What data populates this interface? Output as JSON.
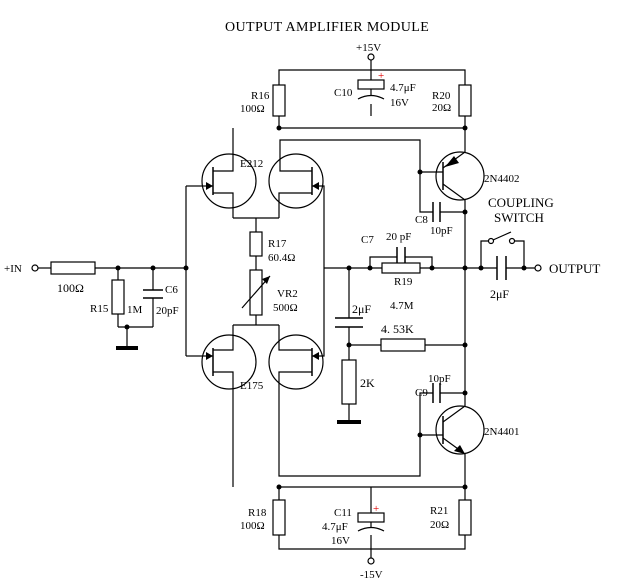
{
  "title": "OUTPUT AMPLIFIER  MODULE",
  "supply": {
    "pos": "+15V",
    "neg": "-15V"
  },
  "input": {
    "label": "+IN"
  },
  "output": {
    "label": "OUTPUT"
  },
  "switch": {
    "line1": "COUPLING",
    "line2": "SWITCH"
  },
  "components": {
    "r_in": {
      "value": "100Ω"
    },
    "r15": {
      "ref": "R15",
      "value": "1M"
    },
    "c6": {
      "ref": "C6",
      "value": "20pF"
    },
    "r16": {
      "ref": "R16",
      "value": "100Ω"
    },
    "c10": {
      "ref": "C10",
      "value": "4.7μF",
      "voltage": "16V"
    },
    "r20": {
      "ref": "R20",
      "value": "20Ω"
    },
    "q_top": {
      "ref": "2N4402"
    },
    "c8": {
      "ref": "C8",
      "value": "10pF"
    },
    "fet_top": {
      "ref": "E212"
    },
    "r17": {
      "ref": "R17",
      "value": "60.4Ω"
    },
    "vr2": {
      "ref": "VR2",
      "value": "500Ω"
    },
    "fet_bot": {
      "ref": "E175"
    },
    "c7": {
      "ref": "C7",
      "value": "20 pF"
    },
    "r19": {
      "ref": "R19",
      "value": "4.7M"
    },
    "c_mid": {
      "value": "2μF"
    },
    "r_453": {
      "value": "4. 53K"
    },
    "r_2k": {
      "value": "2K"
    },
    "c9": {
      "ref": "C9",
      "value": "10pF"
    },
    "q_bot": {
      "ref": "2N4401"
    },
    "c_out": {
      "value": "2μF"
    },
    "r18": {
      "ref": "R18",
      "value": "100Ω"
    },
    "c11": {
      "ref": "C11",
      "value": "4.7μF",
      "voltage": "16V"
    },
    "r21": {
      "ref": "R21",
      "value": "20Ω"
    }
  }
}
